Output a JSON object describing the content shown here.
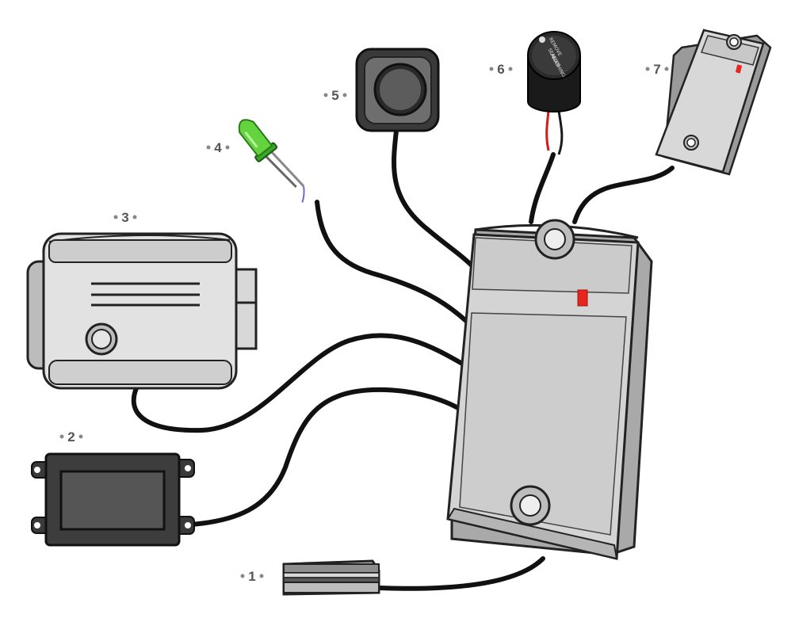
{
  "callouts": [
    {
      "id": "exit-button-sensor",
      "label": "1"
    },
    {
      "id": "power-supply",
      "label": "2"
    },
    {
      "id": "electric-lock",
      "label": "3"
    },
    {
      "id": "led-indicator",
      "label": "4"
    },
    {
      "id": "push-button",
      "label": "5"
    },
    {
      "id": "buzzer",
      "label": "6"
    },
    {
      "id": "reader",
      "label": "7"
    }
  ],
  "buzzer_seal": [
    "REMOVE",
    "SEAL",
    "AFTER",
    "WASHING"
  ],
  "colors": {
    "device_gray": "#d2d2d2",
    "device_dark": "#8a8a8a",
    "cable": "#111111",
    "indicator_red": "#e8261b",
    "led_green": "#5fcf3a",
    "power_supply": "#3d3d3d",
    "buzzer_body": "#1a1a1a",
    "wire_red": "#d61a1a"
  }
}
